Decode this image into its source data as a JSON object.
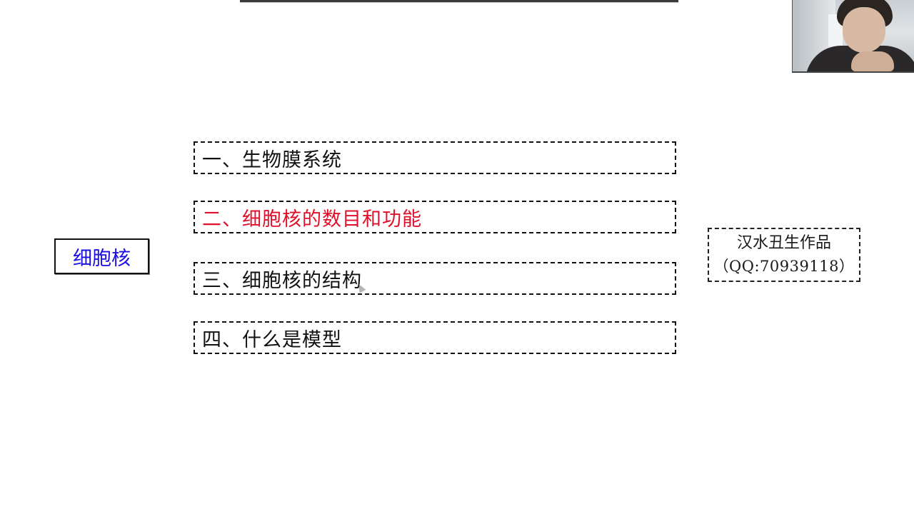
{
  "slide": {
    "title": "细胞核",
    "topics": [
      {
        "label": "一、生物膜系统",
        "active": false
      },
      {
        "label": "二、细胞核的数目和功能",
        "active": true
      },
      {
        "label": "三、细胞核的结构",
        "active": false
      },
      {
        "label": "四、什么是模型",
        "active": false
      }
    ],
    "credit": {
      "author": "汉水丑生作品",
      "qq": "（QQ:70939118）"
    }
  },
  "colors": {
    "title_text": "#1a0ee0",
    "active_topic": "#e0102a",
    "default_text": "#111111",
    "background": "#ffffff"
  },
  "webcam": {
    "icon": "webcam-video-feed"
  }
}
